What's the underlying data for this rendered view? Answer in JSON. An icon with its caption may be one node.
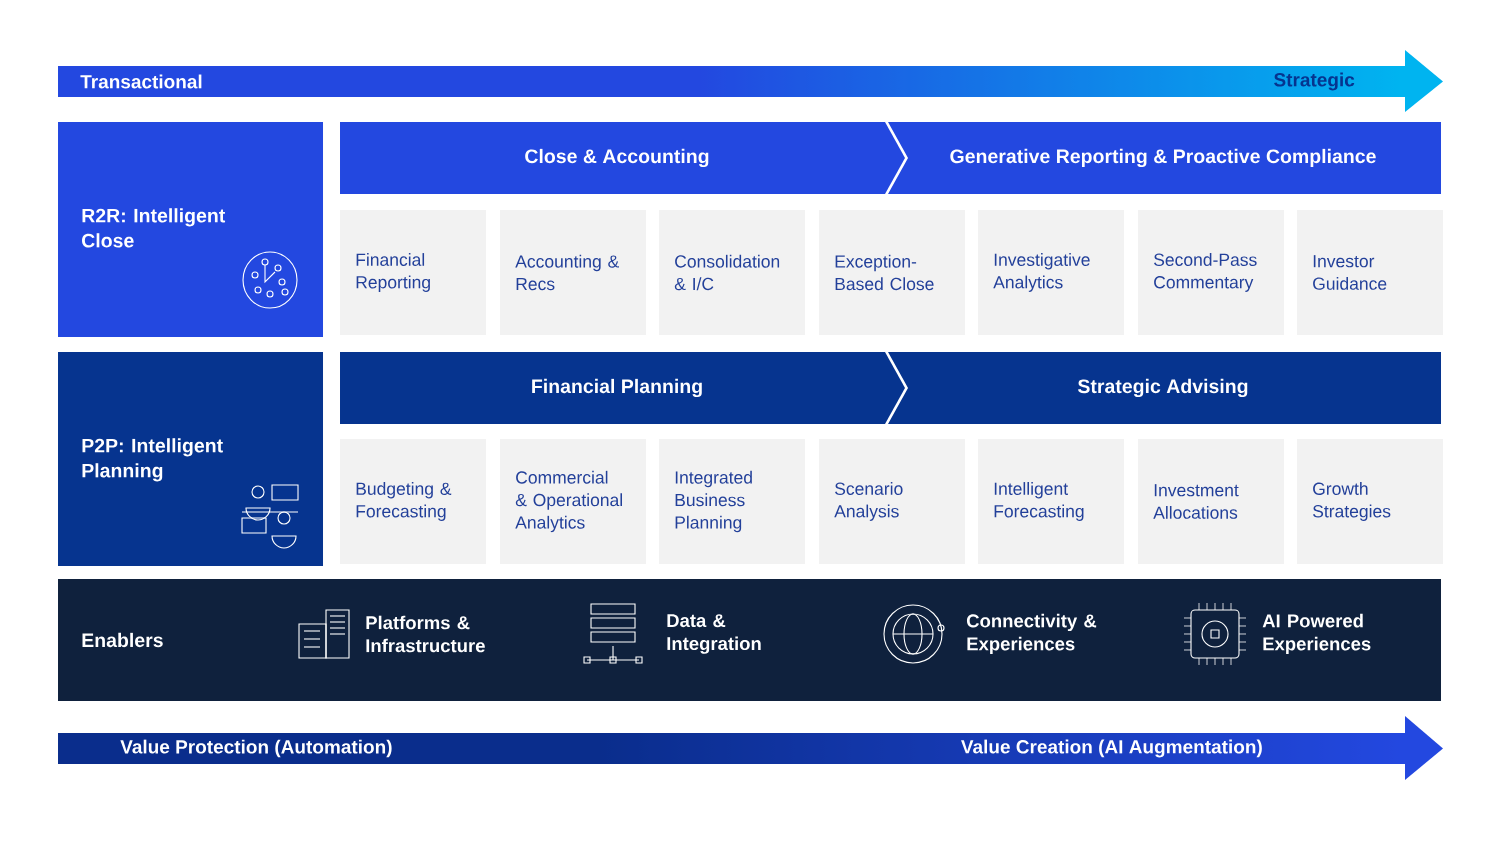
{
  "diagram": {
    "nodes": [
      {
        "text": [
          "Transactional",
          "Strategic"
        ]
      },
      {
        "text": [
          "R2R: Intelligent Close"
        ]
      },
      {
        "text": [
          "Close & Accounting"
        ]
      },
      {
        "text": [
          "Generative Reporting & Proactive Compliance"
        ]
      },
      {
        "text": [
          "Financial Reporting"
        ]
      },
      {
        "text": [
          "Accounting & Recs"
        ]
      },
      {
        "text": [
          "Consolidation & I/C"
        ]
      },
      {
        "text": [
          "Exception-Based Close"
        ]
      },
      {
        "text": [
          "Investigative Analytics"
        ]
      },
      {
        "text": [
          "Second-Pass Commentary"
        ]
      },
      {
        "text": [
          "Investor Guidance"
        ]
      },
      {
        "text": [
          "P2P: Intelligent Planning"
        ]
      },
      {
        "text": [
          "Financial Planning"
        ]
      },
      {
        "text": [
          "Strategic Advising"
        ]
      },
      {
        "text": [
          "Budgeting & Forecasting"
        ]
      },
      {
        "text": [
          "Commercial & Operational Analytics"
        ]
      },
      {
        "text": [
          "Integrated Business Planning"
        ]
      },
      {
        "text": [
          "Scenario Analysis"
        ]
      },
      {
        "text": [
          "Intelligent Forecasting"
        ]
      },
      {
        "text": [
          "Investment Allocations"
        ]
      },
      {
        "text": [
          "Growth Strategies"
        ]
      },
      {
        "text": [
          "Enablers",
          "Platforms & Infrastructure",
          "Data & Integration",
          "Connectivity & Experiences",
          "AI Powered Experiences"
        ]
      },
      {
        "text": [
          "Value Protection (Automation)",
          "Value Creation (AI Augmentation)"
        ]
      }
    ]
  }
}
